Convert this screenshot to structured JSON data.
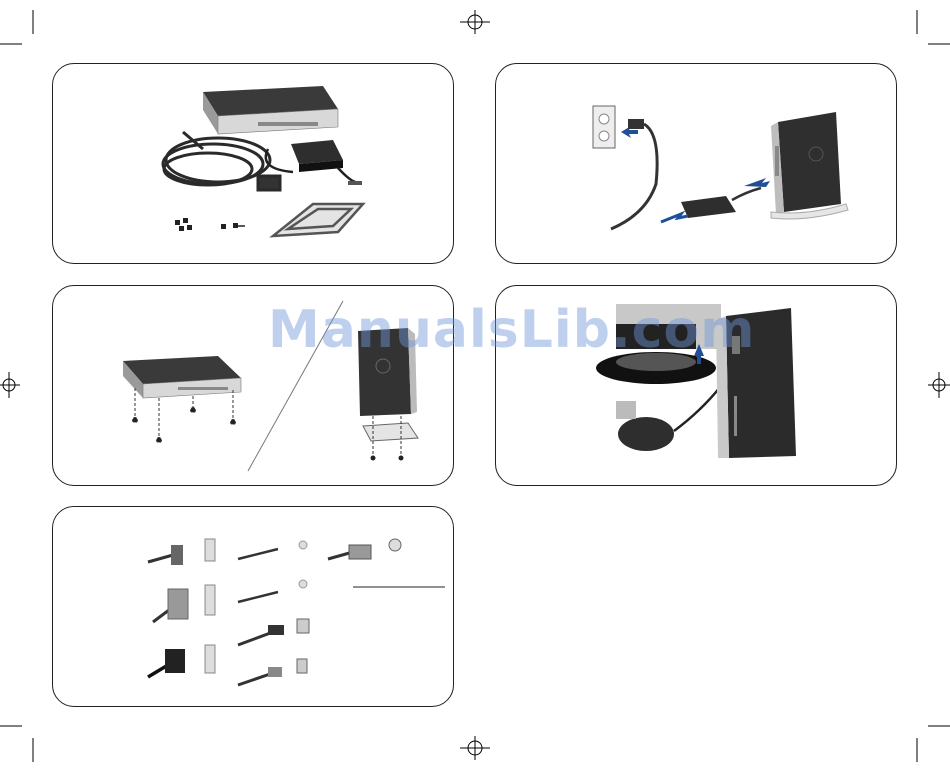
{
  "watermark": {
    "text": "ManualsLib.com"
  },
  "colors": {
    "frame": "#222222",
    "device_dark": "#3a3a3a",
    "device_light": "#d8d8d8",
    "arrow": "#1f4f99",
    "watermark": "#6e96d7"
  },
  "panels": [
    {
      "id": "box-contents",
      "step_icons": [
        "thin-client-icon",
        "power-cord-icon",
        "power-adapter-icon",
        "rubber-feet-icon",
        "screws-icon",
        "stand-icon"
      ]
    },
    {
      "id": "power-connection",
      "step_icons": [
        "wall-outlet-icon",
        "plug-arrow-icon",
        "power-adapter-icon",
        "tower-unit-icon"
      ]
    },
    {
      "id": "orientation",
      "step_icons": [
        "horizontal-unit-icon",
        "feet-icon",
        "vertical-unit-icon",
        "stand-icon"
      ]
    },
    {
      "id": "power-on",
      "step_icons": [
        "monitor-icon",
        "power-button-icon",
        "mouse-icon",
        "tower-unit-icon"
      ]
    },
    {
      "id": "connectors",
      "step_icons": [
        "vga-connector-icon",
        "parallel-connector-icon",
        "dvi-connector-icon",
        "audio-jack-icon",
        "usb-connector-icon",
        "ps2-connector-icon"
      ]
    }
  ]
}
